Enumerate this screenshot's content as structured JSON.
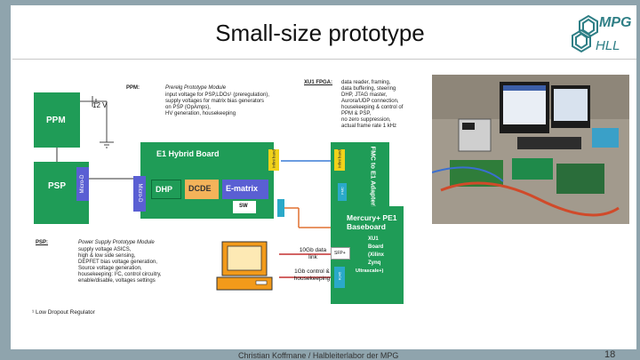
{
  "slide_title": "Small-size prototype",
  "footer": "Christian Koffmane / Halbleiterlabor der MPG",
  "page_number": "18",
  "logo": {
    "top": "MPG",
    "bottom": "HLL"
  },
  "diagram": {
    "ppm_note_label": "PPM:",
    "ppm_note_title": "Prerelg Prototype Module",
    "ppm_note_lines": [
      "input voltage for PSP,LDOs¹ (preregulation),",
      "supply voltages for matrix bias generators",
      "on PSP (OpAmps),",
      "HV generation, housekeeping"
    ],
    "fpga_note_label": "XU1 FPGA:",
    "fpga_note_lines": [
      "data reader, framing,",
      "data buffering, steering",
      "DHP, JTAG master,",
      "Aurora/UDP connection,",
      "housekeeping & control of",
      "PPM & PSP,",
      "no zero suppression,",
      "actual frame rate 1 kHz"
    ],
    "psp_note_label": "PSP:",
    "psp_note_title": "Power Supply Prototype Module",
    "psp_note_lines": [
      "supply voltage ASICS,",
      "high & low side sensing,",
      "DEPFET bias voltage generation,",
      "Source voltage generation,",
      "housekeeping: I²C, control circuitry,",
      "enable/disable, voltages settings"
    ],
    "footnote": "¹ Low Dropout Regulator",
    "voltage_label": "12 V",
    "ppm": "PPM",
    "psp": "PSP",
    "micro_d_1": "Micro-D",
    "micro_d_2": "Micro-D",
    "e1_board": "E1 Hybrid Board",
    "dhp": "DHP",
    "dcde": "DCDE",
    "ematrix": "E-matrix",
    "sw": "SW",
    "infiniband_1": "Infini band",
    "infiniband_2": "Infini band",
    "small_conn": "FMC",
    "fmc_adapter": "FMC to E1 Adapterboard",
    "fmc_small": "FMC",
    "mercury_title": "Mercury+ PE1 Baseboard",
    "xu1_lines": [
      "XU1",
      "Board",
      "(Xilinx",
      "Zynq",
      "Ultrascale+)"
    ],
    "sfp": "SFP+",
    "eth": "RJ45",
    "link_10gb": "10Gb data link",
    "link_1gb": "1Gb control & housekeeping"
  },
  "colors": {
    "green": "#1f9c57",
    "blue": "#5a5fd3",
    "orange": "#f4b35a",
    "yellow": "#f1d21a",
    "teal": "#2aa9c9",
    "cable_orange": "#e07030"
  }
}
